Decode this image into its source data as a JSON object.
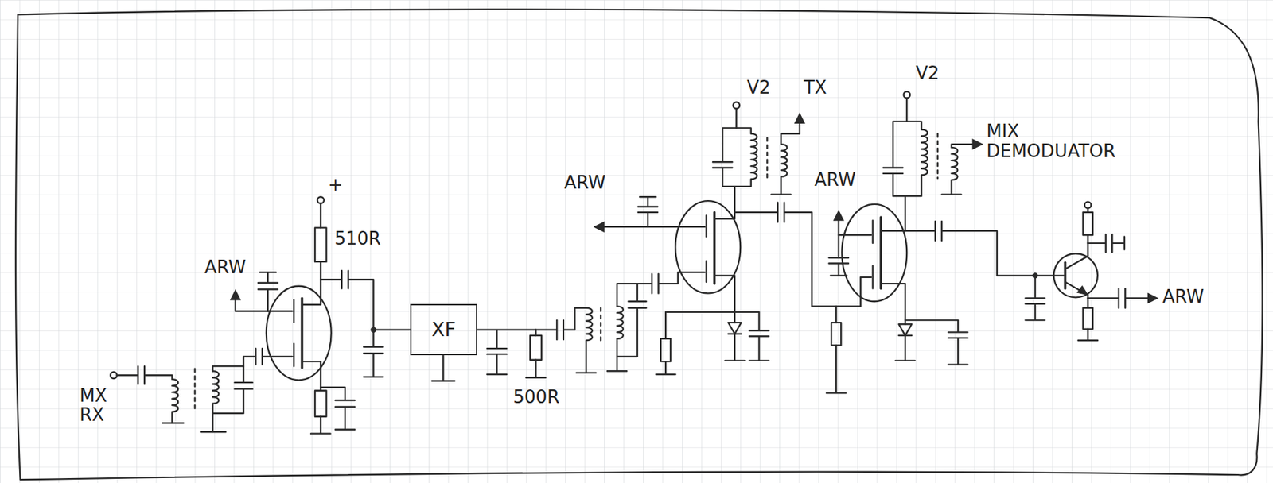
{
  "diagram": {
    "nodes": [
      {
        "text": [
          "XF"
        ]
      }
    ],
    "labels": [
      "ARW",
      "+",
      "510R",
      "MX RX",
      "500R",
      "ARW",
      "V2",
      "TX",
      "ARW",
      "V2",
      "MIX DEMODUATOR",
      "ARW"
    ]
  }
}
